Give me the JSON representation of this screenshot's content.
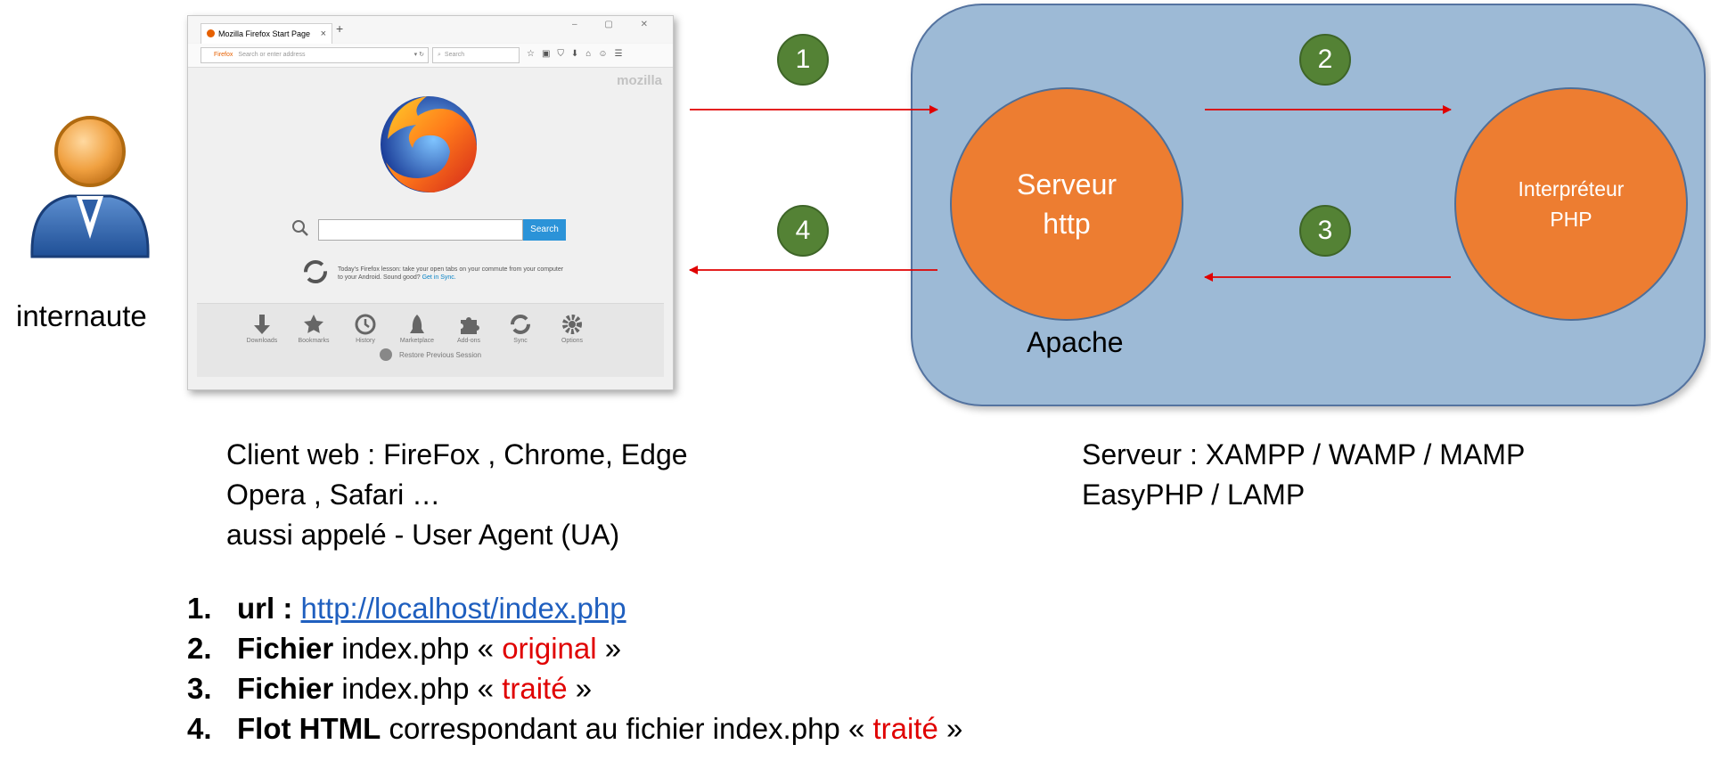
{
  "user": {
    "label": "internaute"
  },
  "browser": {
    "tab_title": "Mozilla Firefox Start Page",
    "tab_close": "×",
    "tab_new": "+",
    "url_prefix": "Firefox",
    "url_placeholder": "Search or enter address",
    "search_placeholder": "Search",
    "brand": "mozilla",
    "search_button": "Search",
    "snippet_text": "Today's Firefox lesson: take your open tabs on your commute from your computer to your Android. Sound good?",
    "snippet_link": "Get in Sync.",
    "launcher": [
      "Downloads",
      "Bookmarks",
      "History",
      "Marketplace",
      "Add-ons",
      "Sync",
      "Options"
    ],
    "restore": "Restore Previous Session"
  },
  "server": {
    "http_node_line1": "Serveur",
    "http_node_line2": "http",
    "php_node_line1": "Interpréteur",
    "php_node_line2": "PHP",
    "container_label": "Apache"
  },
  "steps_badges": [
    "1",
    "2",
    "3",
    "4"
  ],
  "client_text": [
    "Client web : FireFox , Chrome, Edge",
    "Opera , Safari …",
    "aussi appelé - User Agent (UA)"
  ],
  "server_text": [
    "Serveur : XAMPP / WAMP / MAMP",
    "EasyPHP / LAMP"
  ],
  "steps": [
    {
      "num": "1.",
      "bold": "url :",
      "link": "http://localhost/index.php"
    },
    {
      "num": "2.",
      "bold": "Fichier",
      "pre": " index.php « ",
      "red": "original",
      "post": " »"
    },
    {
      "num": "3.",
      "bold": "Fichier",
      "pre": " index.php « ",
      "red": "traité",
      "post": " »"
    },
    {
      "num": "4.",
      "bold": "Flot HTML",
      "pre": " correspondant au fichier index.php « ",
      "red": "traité",
      "post": " »"
    }
  ],
  "colors": {
    "node": "#ed7d31",
    "badge": "#548235",
    "server_bg": "#9dbad6",
    "arrow": "#e00000",
    "link": "#1f5fbf"
  }
}
